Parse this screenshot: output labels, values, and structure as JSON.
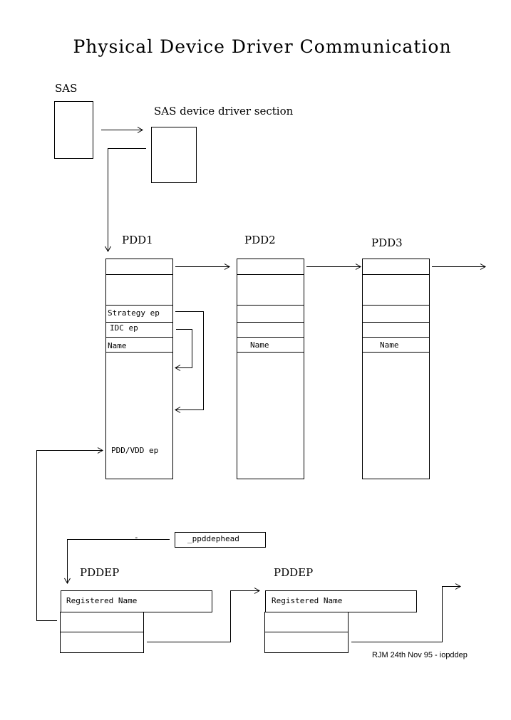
{
  "title": "Physical Device Driver Communication",
  "sas": {
    "label": "SAS",
    "section_label": "SAS device driver section"
  },
  "pdds": [
    {
      "label": "PDD1",
      "strategy": "Strategy ep",
      "idc": "IDC ep",
      "name": "Name",
      "entry": "PDD/VDD ep"
    },
    {
      "label": "PDD2",
      "name": "Name"
    },
    {
      "label": "PDD3",
      "name": "Name"
    }
  ],
  "ppddephead": {
    "marker": "-",
    "label": "_ppddephead"
  },
  "pddeps": [
    {
      "label": "PDDEP",
      "registered_name": "Registered Name"
    },
    {
      "label": "PDDEP",
      "registered_name": "Registered Name"
    }
  ],
  "credit": "RJM 24th Nov 95 - iopddep"
}
